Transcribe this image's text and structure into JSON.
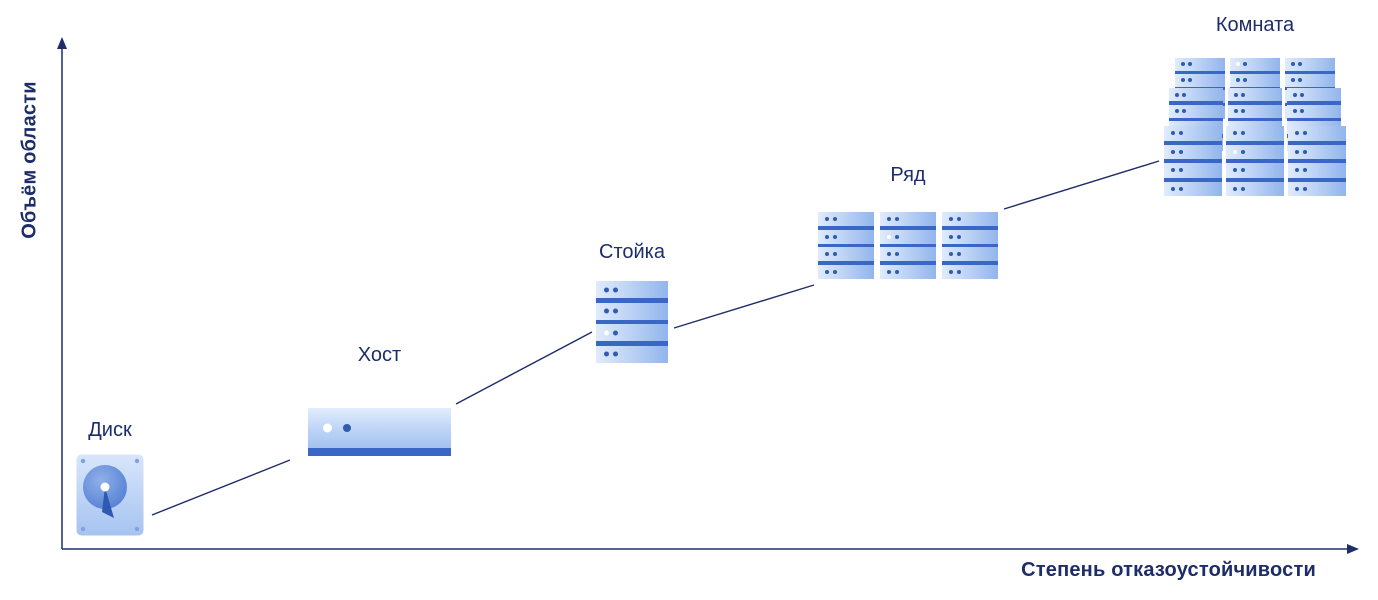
{
  "diagram": {
    "y_axis_label": "Объём области",
    "x_axis_label": "Степень отказоустойчивости",
    "nodes": [
      {
        "id": "disk",
        "label": "Диск"
      },
      {
        "id": "host",
        "label": "Хост"
      },
      {
        "id": "rack",
        "label": "Стойка"
      },
      {
        "id": "row",
        "label": "Ряд"
      },
      {
        "id": "room",
        "label": "Комната"
      }
    ],
    "colors": {
      "axis_line": "#1d2d69",
      "label_text": "#1d2d69",
      "unit_light": "#e0ebfc",
      "unit_dark": "#92b5ec",
      "separator": "#3a67c6",
      "dot": "#2f5cae",
      "dot_highlight": "#ffffff"
    }
  }
}
